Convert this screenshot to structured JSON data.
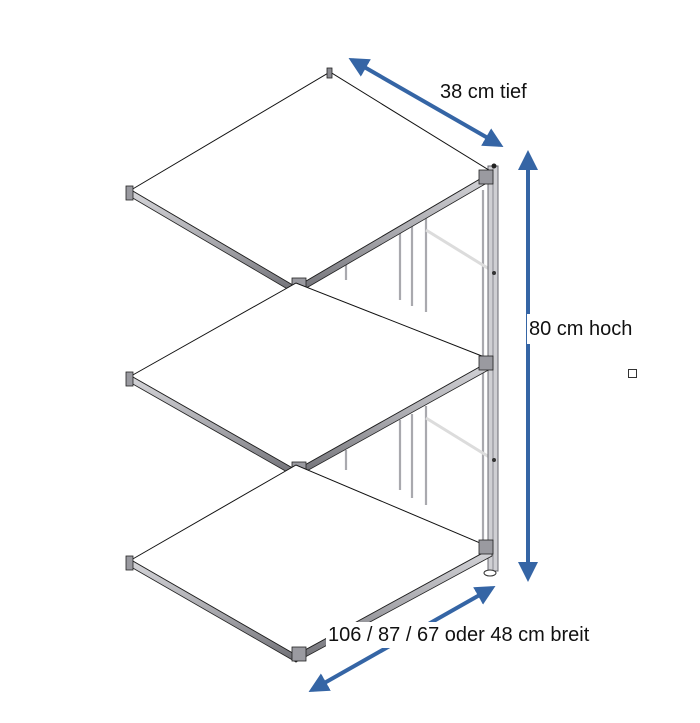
{
  "diagram": {
    "type": "shelf-dimension-drawing",
    "subject": "3-tier add-on shelving unit (isometric)",
    "shelf_count": 3,
    "colors": {
      "arrow": "#3565a5",
      "frame": "#b8b8bc",
      "frame_dark": "#4a4a50",
      "outline": "#1a1a1a",
      "label_text": "#111111",
      "background": "#ffffff"
    }
  },
  "dimensions": {
    "depth": {
      "label": "38 cm tief",
      "value": 38,
      "unit": "cm",
      "axis": "depth"
    },
    "height": {
      "label": "80 cm hoch",
      "value": 80,
      "unit": "cm",
      "axis": "height"
    },
    "width": {
      "label": "106 / 87 / 67 oder 48 cm breit",
      "values": [
        106,
        87,
        67,
        48
      ],
      "unit": "cm",
      "axis": "width"
    }
  }
}
